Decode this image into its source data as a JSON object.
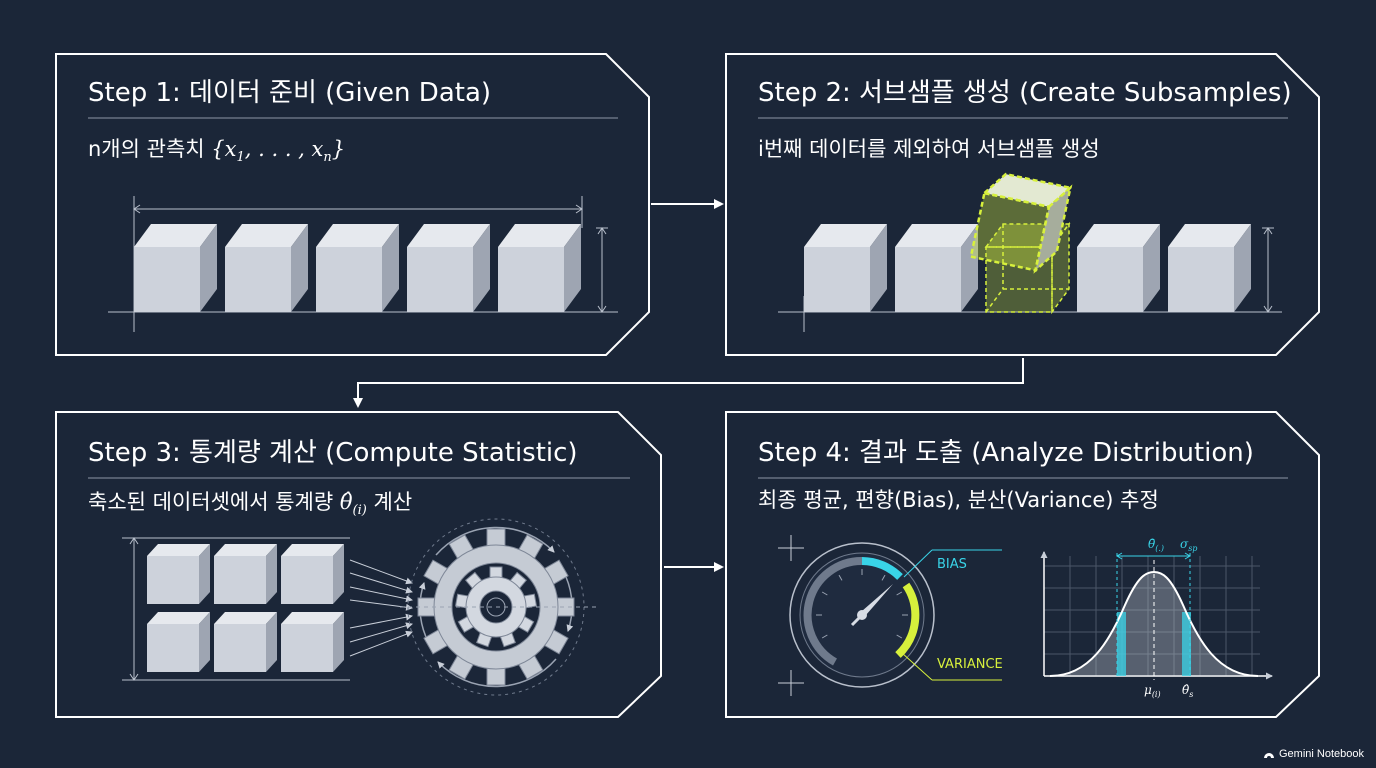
{
  "step1": {
    "title": "Step 1: 데이터 준비 (Given Data)",
    "subtitle_prefix": "n개의 관측치 ",
    "set_open": "{",
    "x1": "x",
    "x1_sub": "1",
    "dots": ", . . . , ",
    "xn": "x",
    "xn_sub": "n",
    "set_close": "}"
  },
  "step2": {
    "title": "Step 2: 서브샘플 생성 (Create Subsamples)",
    "subtitle": "i번째 데이터를 제외하여 서브샘플 생성"
  },
  "step3": {
    "title": "Step 3: 통계량 계산 (Compute Statistic)",
    "subtitle_prefix": "축소된 데이터셋에서 통계량 ",
    "theta": "θ̂",
    "theta_sub": "(i)",
    "subtitle_suffix": " 계산"
  },
  "step4": {
    "title": "Step 4: 결과 도출 (Analyze Distribution)",
    "subtitle": "최종 평균, 편향(Bias), 분산(Variance) 추정",
    "gauge_bias_label": "BIAS",
    "gauge_variance_label": "VARIANCE",
    "dist_top_left": "θ̄",
    "dist_top_left_sub": "(.)",
    "dist_top_right": "σ",
    "dist_top_right_sub": "sp",
    "dist_bottom_left": "μ",
    "dist_bottom_left_sub": "(i)",
    "dist_bottom_right": "θ̂",
    "dist_bottom_right_sub": "s"
  },
  "footer": {
    "label": "Gemini Notebook",
    "icon": "gemini-logo-icon"
  },
  "colors": {
    "background": "#1b2638",
    "cube_front": "#cdd2db",
    "cube_top": "#e6e9ee",
    "cube_side": "#9ea5b2",
    "highlight_green": "#d7f03c",
    "accent_cyan": "#39d4e8"
  }
}
